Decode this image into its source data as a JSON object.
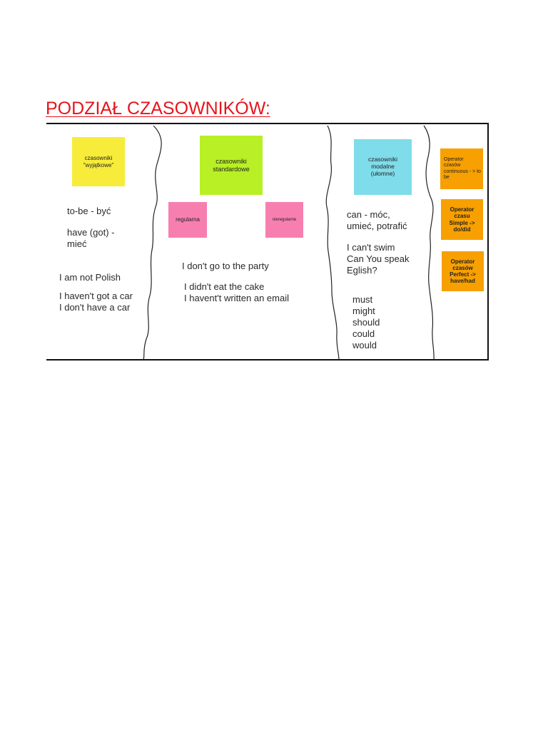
{
  "title": "PODZIAŁ CZASOWNIKÓW:",
  "colors": {
    "title": "#e8141c",
    "yellow_note": "#f7ec3a",
    "green_note": "#b8f025",
    "pink_note": "#f77fb0",
    "cyan_note": "#7fdcea",
    "orange_note": "#f7a000"
  },
  "columns": {
    "exceptional": {
      "note": "czasowniki \"wyjątkowe\"",
      "lines": [
        "to-be -  być",
        "have (got) -",
        "mieć"
      ],
      "examples": [
        "I am not Polish",
        "I haven't got a car",
        "I don't have a car"
      ]
    },
    "standard": {
      "note": "czasowniki standardowe",
      "sub_regular": "regularna",
      "sub_irregular": "nieregularne",
      "example_1": "I don't go to the party",
      "example_2": "I didn't eat the cake",
      "example_3": "I havent't written an email"
    },
    "modal": {
      "note": "czasowniki modalne (ułomne)",
      "line_1": "can - móc,",
      "line_2": "umieć, potrafić",
      "line_3": "I can't swim",
      "line_4": "Can You speak",
      "line_5": "Eglish?",
      "modals": [
        "must",
        "might",
        "should",
        "could",
        "would"
      ]
    },
    "operators": {
      "continuous": "Operator czasów continuous - > to be",
      "simple": "Operator czasu Simple -> do/did",
      "perfect": "Operator czasów Perfect -> have/had"
    }
  }
}
